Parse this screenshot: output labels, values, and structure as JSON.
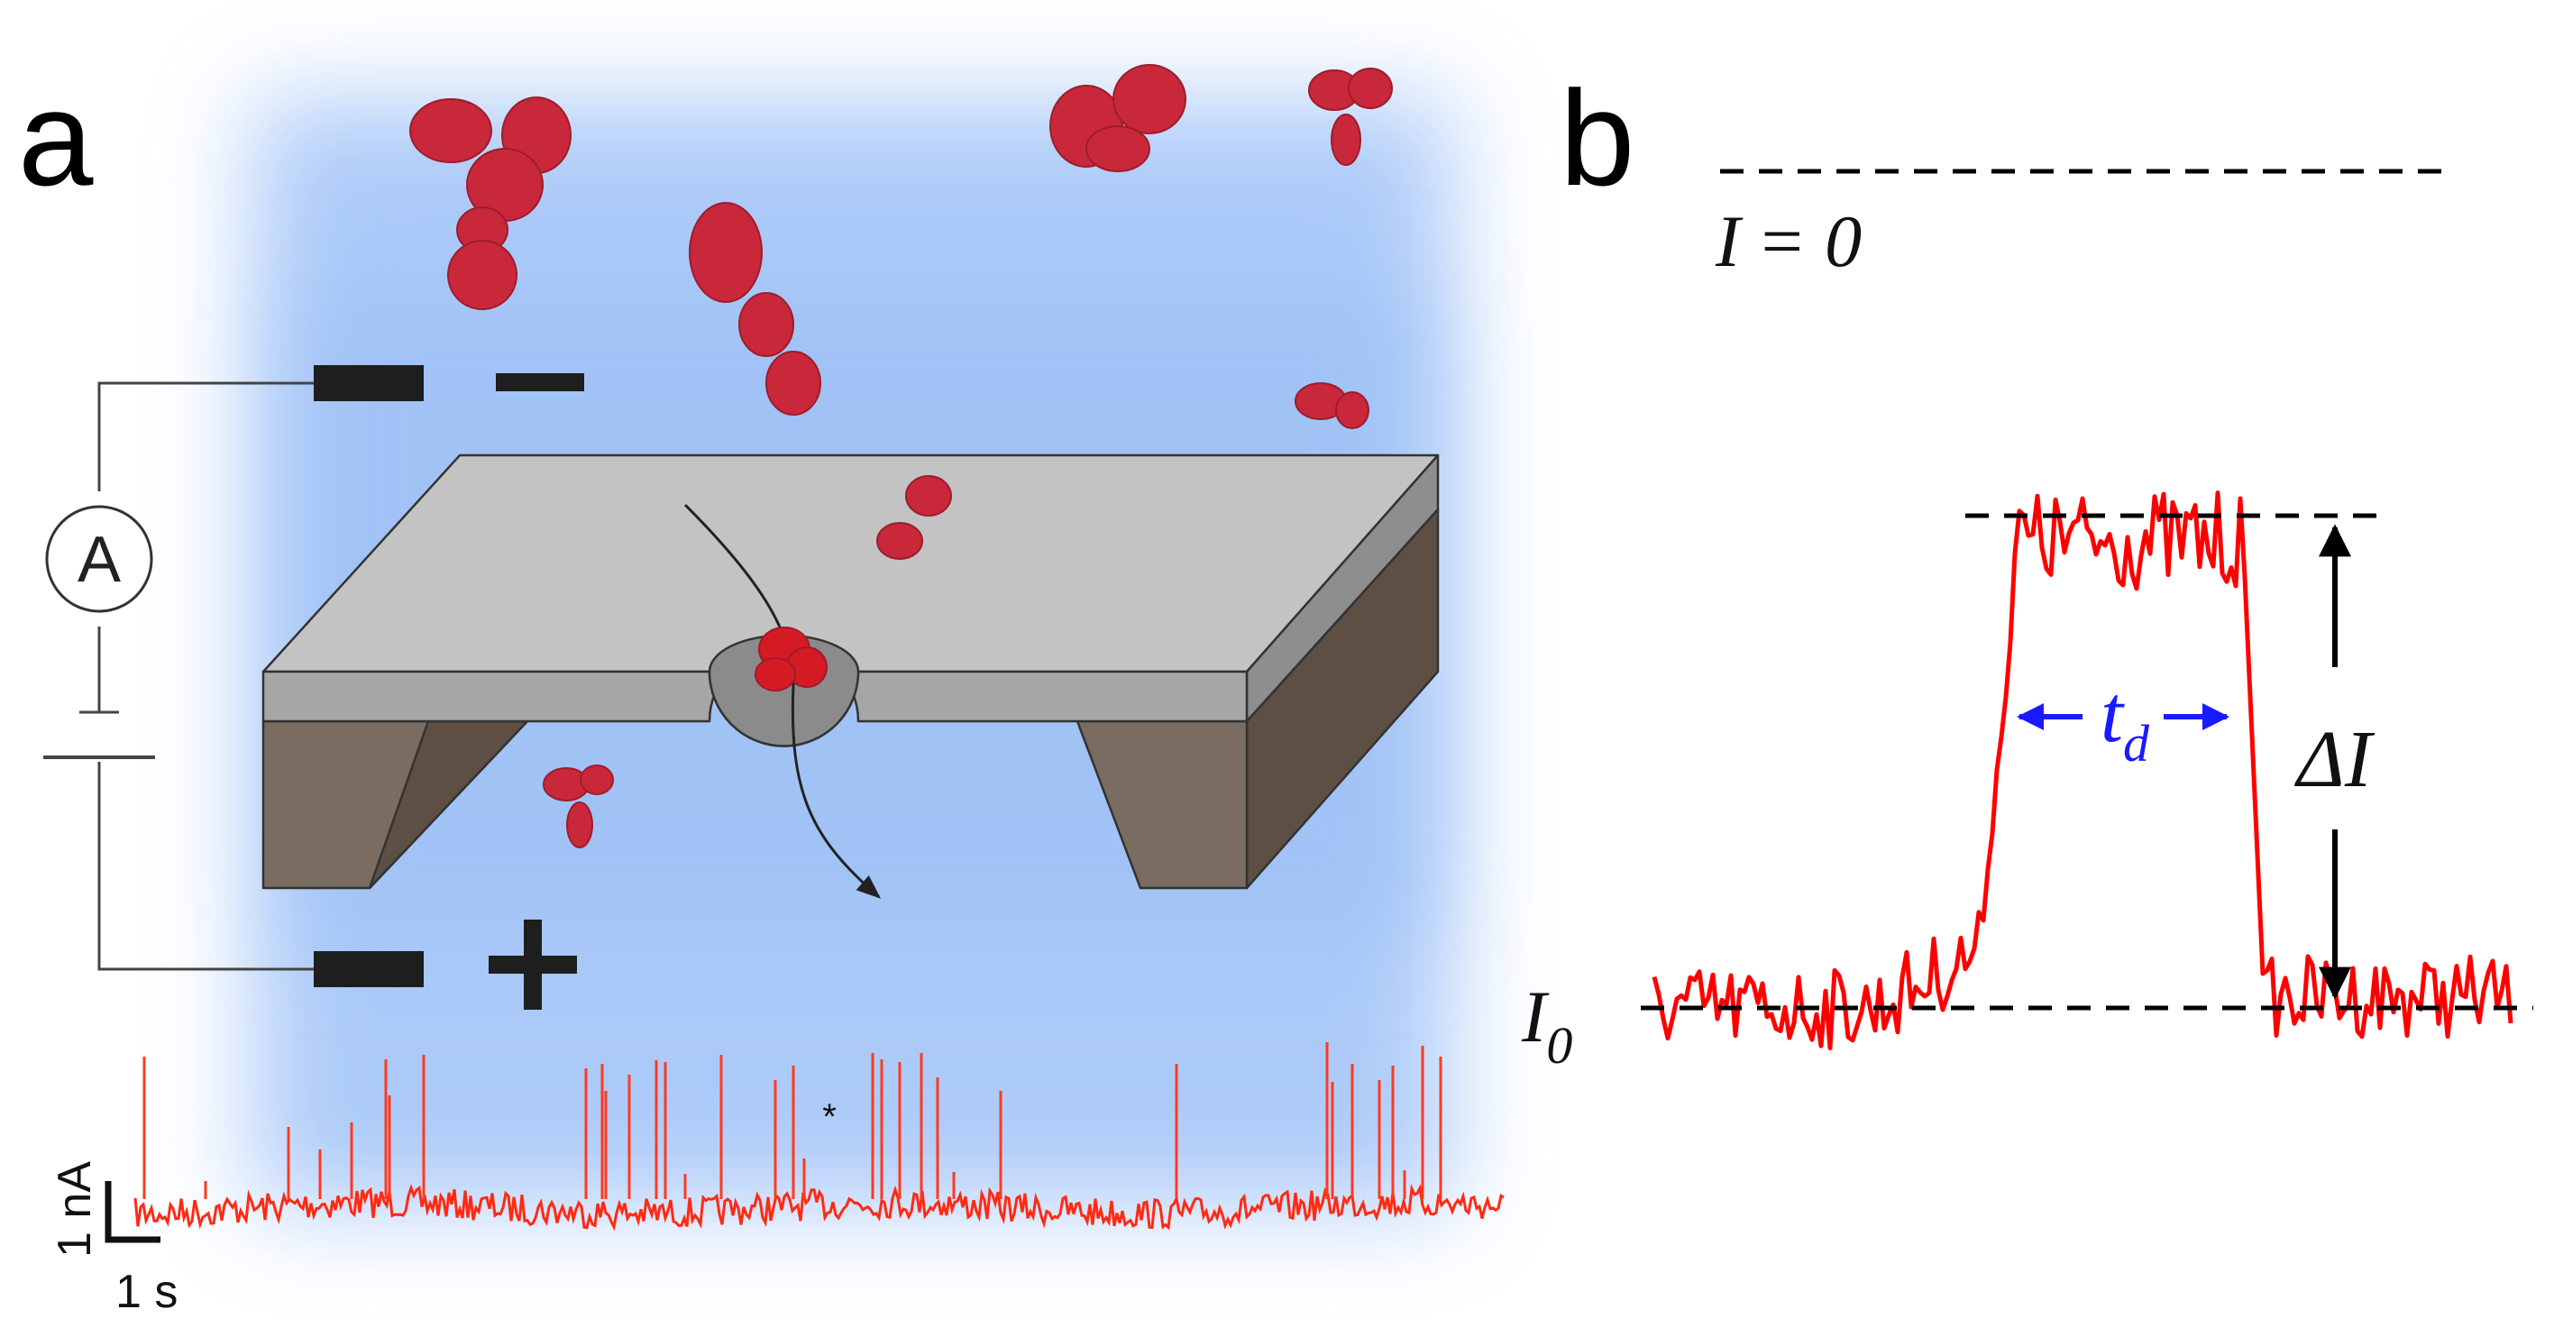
{
  "panels": {
    "a": {
      "label": "a",
      "circuit": {
        "ammeter_label": "A",
        "minus_sign": "−",
        "plus_sign": "+"
      },
      "trace": {
        "scale_y": "1 nA",
        "scale_x": "1 s",
        "marker": "*",
        "color": "#ff2a12"
      },
      "colors": {
        "glow": "#9fc2f7",
        "membrane_top": "#c0c0c0",
        "membrane_side": "#a9a9a9",
        "substrate": "#786b5f",
        "protein": "#c9283a"
      }
    },
    "b": {
      "label": "b",
      "zero_label_I": "I",
      "zero_label_rest": "= 0",
      "baseline_label": "I",
      "baseline_sub": "0",
      "dwell_label": "t",
      "dwell_sub": "d",
      "amplitude_label": "ΔI",
      "colors": {
        "trace": "#ff0000",
        "dwell_arrow": "#1a1aff",
        "dashed": "#000000"
      }
    }
  }
}
